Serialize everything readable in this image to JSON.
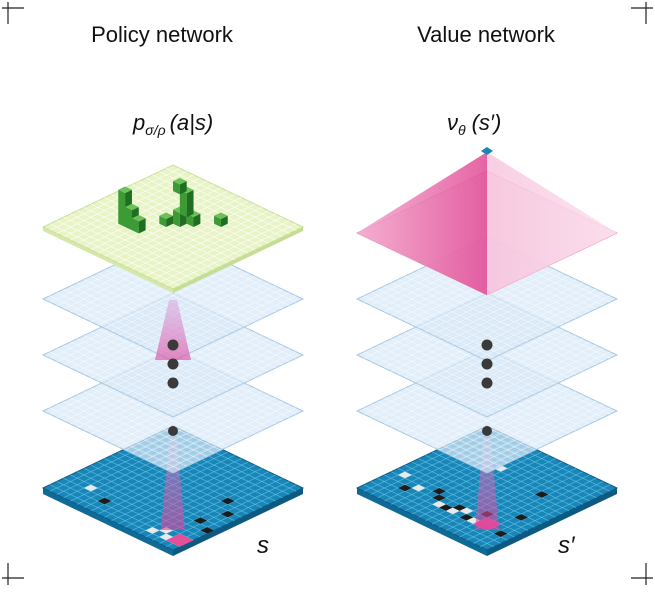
{
  "policy": {
    "title": "Policy network",
    "formula_p": "p",
    "formula_sub": "σ/ρ",
    "formula_args": "(a|s)",
    "state_label": "s"
  },
  "value": {
    "title": "Value network",
    "formula_v": "ν",
    "formula_sub": "θ",
    "formula_args": "(s′)",
    "state_label": "s′"
  },
  "colors": {
    "board": "#1a8fc0",
    "board_grid": "#5fc3e8",
    "hidden_fill": "#dbeaf7",
    "hidden_edge": "#b8d3ea",
    "policy_plane": "#e6f3c3",
    "policy_bars": "#2e8b2e",
    "value_pyramid": "#e64f98",
    "beam": "#d58ad0",
    "stones_black": "#1c1c1c",
    "stones_white": "#f2f2f2"
  }
}
